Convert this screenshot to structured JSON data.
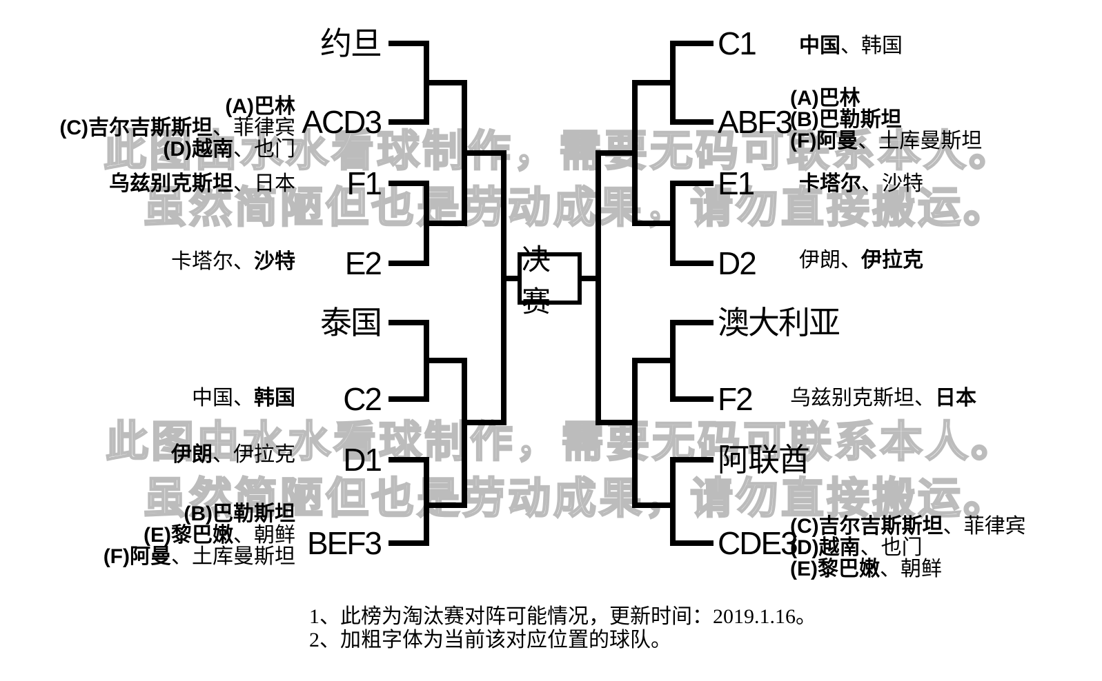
{
  "colors": {
    "background": "#ffffff",
    "bracket_line": "#000000",
    "text": "#000000",
    "watermark_outline": "#bcbcbc"
  },
  "final": {
    "label": "决赛"
  },
  "watermark": {
    "line1": "此图由水水看球制作，需要无码可联系本人。",
    "line2": "虽然简陋但也是劳动成果，请勿直接搬运。"
  },
  "left_slots": [
    "约旦",
    "ACD3",
    "F1",
    "E2",
    "泰国",
    "C2",
    "D1",
    "BEF3"
  ],
  "right_slots": [
    "C1",
    "ABF3",
    "E1",
    "D2",
    "澳大利亚",
    "F2",
    "阿联酋",
    "CDE3"
  ],
  "notes": {
    "left_acd3": [
      [
        {
          "t": "(A)巴林",
          "b": true
        }
      ],
      [
        {
          "t": "(C)吉尔吉斯斯坦",
          "b": true
        },
        {
          "t": "、菲律宾",
          "b": false
        }
      ],
      [
        {
          "t": "(D)越南",
          "b": true
        },
        {
          "t": "、也门",
          "b": false
        }
      ]
    ],
    "left_f1": [
      [
        {
          "t": "乌兹别克斯坦",
          "b": true
        },
        {
          "t": "、日本",
          "b": false
        }
      ]
    ],
    "left_e2": [
      [
        {
          "t": "卡塔尔、",
          "b": false
        },
        {
          "t": "沙特",
          "b": true
        }
      ]
    ],
    "left_c2": [
      [
        {
          "t": "中国、",
          "b": false
        },
        {
          "t": "韩国",
          "b": true
        }
      ]
    ],
    "left_d1": [
      [
        {
          "t": "伊朗",
          "b": true
        },
        {
          "t": "、伊拉克",
          "b": false
        }
      ]
    ],
    "left_bef3": [
      [
        {
          "t": "(B)巴勒斯坦",
          "b": true
        }
      ],
      [
        {
          "t": "(E)黎巴嫩",
          "b": true
        },
        {
          "t": "、朝鲜",
          "b": false
        }
      ],
      [
        {
          "t": "(F)阿曼",
          "b": true
        },
        {
          "t": "、土库曼斯坦",
          "b": false
        }
      ]
    ],
    "right_c1": [
      [
        {
          "t": "中国",
          "b": true
        },
        {
          "t": "、韩国",
          "b": false
        }
      ]
    ],
    "right_abf3": [
      [
        {
          "t": "(A)巴林",
          "b": true
        }
      ],
      [
        {
          "t": "(B)巴勒斯坦",
          "b": true
        }
      ],
      [
        {
          "t": "(F)阿曼",
          "b": true
        },
        {
          "t": "、土库曼斯坦",
          "b": false
        }
      ]
    ],
    "right_e1": [
      [
        {
          "t": "卡塔尔",
          "b": true
        },
        {
          "t": "、沙特",
          "b": false
        }
      ]
    ],
    "right_d2": [
      [
        {
          "t": "伊朗、",
          "b": false
        },
        {
          "t": "伊拉克",
          "b": true
        }
      ]
    ],
    "right_f2": [
      [
        {
          "t": "乌兹别克斯坦、",
          "b": false
        },
        {
          "t": "日本",
          "b": true
        }
      ]
    ],
    "right_cde3": [
      [
        {
          "t": "(C)吉尔吉斯斯坦",
          "b": true
        },
        {
          "t": "、菲律宾",
          "b": false
        }
      ],
      [
        {
          "t": "(D)越南",
          "b": true
        },
        {
          "t": "、也门",
          "b": false
        }
      ],
      [
        {
          "t": "(E)黎巴嫩",
          "b": true
        },
        {
          "t": "、朝鲜",
          "b": false
        }
      ]
    ]
  },
  "footnotes": [
    "1、此榜为淘汰赛对阵可能情况，更新时间：2019.1.16。",
    "2、加粗字体为当前该对应位置的球队。"
  ]
}
